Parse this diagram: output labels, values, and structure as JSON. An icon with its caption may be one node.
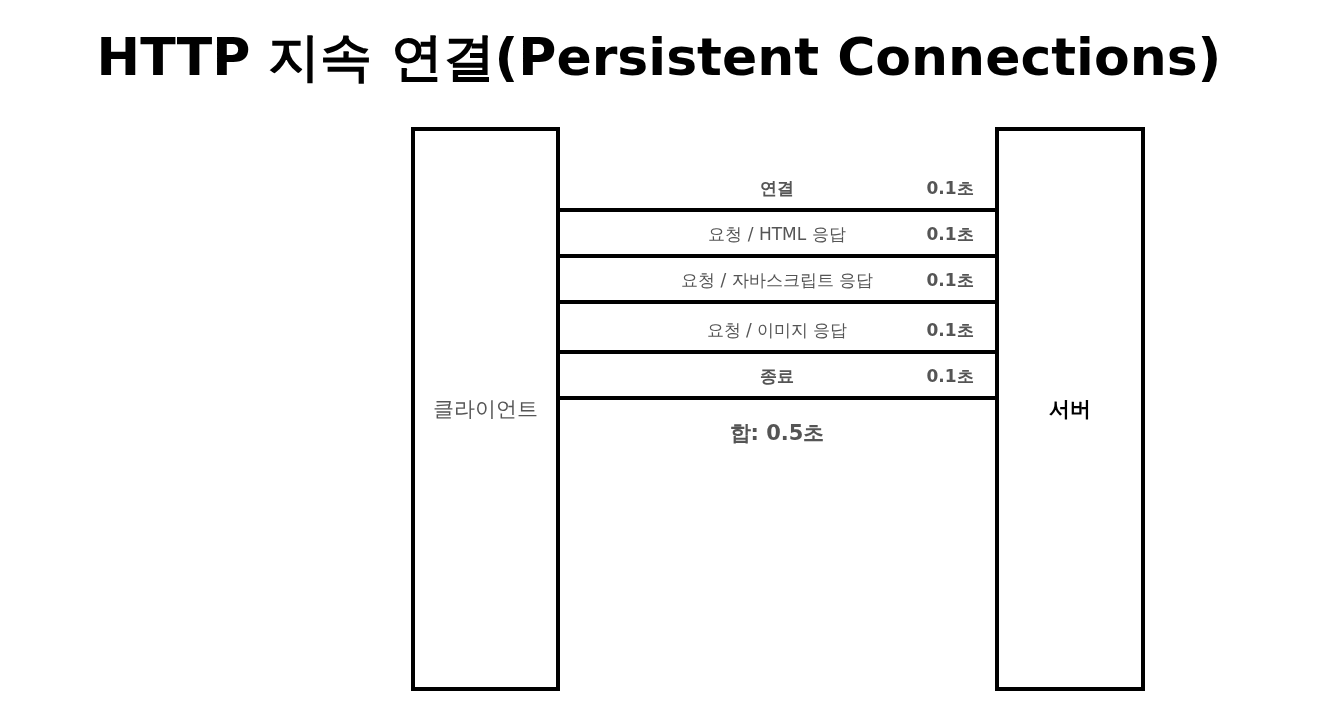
{
  "diagram": {
    "title": "HTTP 지속 연결(Persistent Connections)",
    "nodes": [
      {
        "text": [
          "클라이언트"
        ]
      },
      {
        "text": [
          "서버"
        ]
      }
    ],
    "edges": [
      {
        "from": 0,
        "to": 1,
        "arrow": "none",
        "label": "연결"
      },
      {
        "from": 0,
        "to": 1,
        "arrow": "none",
        "label": "요청 / HTML 응답"
      },
      {
        "from": 0,
        "to": 1,
        "arrow": "none",
        "label": "요청 / 자바스크립트 응답"
      },
      {
        "from": 0,
        "to": 1,
        "arrow": "none",
        "label": "요청 / 이미지 응답"
      },
      {
        "from": 0,
        "to": 1,
        "arrow": "none",
        "label": "종료"
      }
    ],
    "labels": [
      "0.1초",
      "0.1초",
      "0.1초",
      "0.1초",
      "0.1초",
      "합: 0.5초"
    ]
  }
}
